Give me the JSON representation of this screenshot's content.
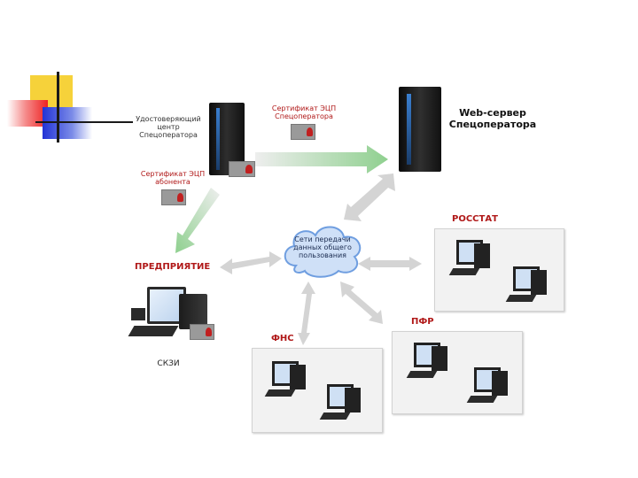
{
  "colors": {
    "accent_red": "#b01818",
    "accent_yellow": "#f6d23a",
    "accent_blue": "#2a3ad6",
    "cloud_blue": "#8fb8f0"
  },
  "nodes": {
    "ca_center": "Удостоверяющий центр Спецоператора",
    "cert_operator": "Сертификат ЭЦП Спецоператора",
    "cert_subscriber": "Сертификат ЭЦП абонента",
    "web_server": "Web-сервер Спецоператора",
    "network_cloud": "Сети передачи данных общего пользования",
    "enterprise": "ПРЕДПРИЯТИЕ",
    "skzi": "СКЗИ",
    "rosstat": "РОССТАТ",
    "pfr": "ПФР",
    "fns": "ФНС"
  }
}
